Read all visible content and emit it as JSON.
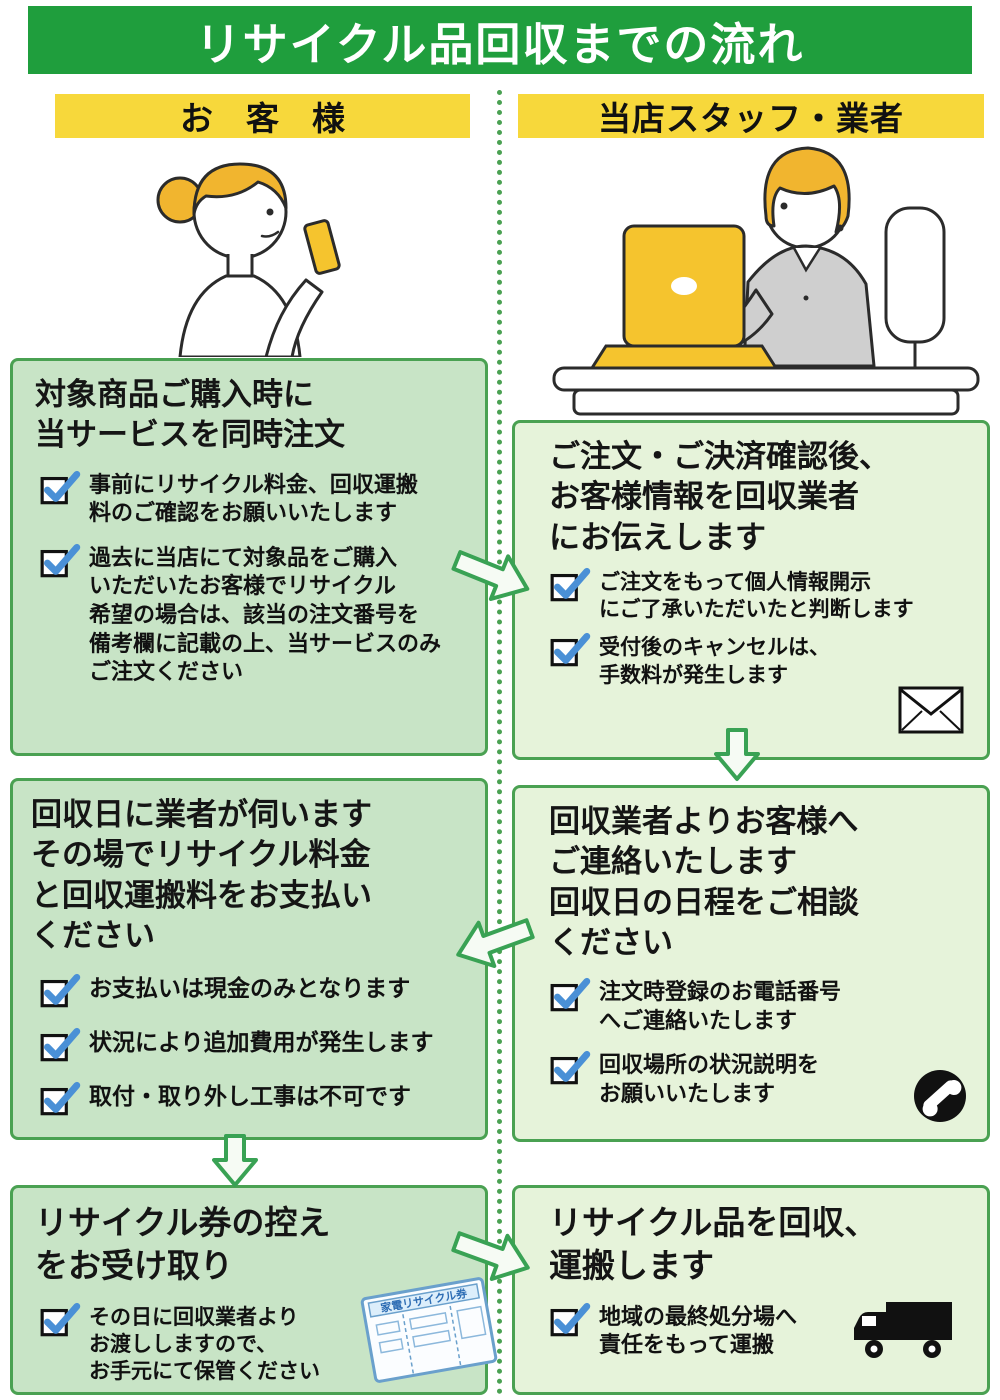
{
  "title": "リサイクル品回収までの流れ",
  "left_column": {
    "header": "お　客　様",
    "steps": [
      {
        "title": "対象商品ご購入時に\n当サービスを同時注文",
        "items": [
          "事前にリサイクル料金、回収運搬\n料のご確認をお願いいたします",
          "過去に当店にて対象品をご購入\nいただいたお客様でリサイクル\n希望の場合は、該当の注文番号を\n備考欄に記載の上、当サービスのみ\nご注文ください"
        ]
      },
      {
        "title": "回収日に業者が伺います\nその場でリサイクル料金\nと回収運搬料をお支払い\nください",
        "items": [
          "お支払いは現金のみとなります",
          "状況により追加費用が発生します",
          "取付・取り外し工事は不可です"
        ]
      },
      {
        "title": "リサイクル券の控え\nをお受け取り",
        "items": [
          "その日に回収業者より\nお渡ししますので、\nお手元にて保管ください"
        ],
        "ticket_label": "家電リサイクル券"
      }
    ]
  },
  "right_column": {
    "header": "当店スタッフ・業者",
    "steps": [
      {
        "title": "ご注文・ご決済確認後、\nお客様情報を回収業者\nにお伝えします",
        "items": [
          "ご注文をもって個人情報開示\nにご了承いただいたと判断します",
          "受付後のキャンセルは、\n手数料が発生します"
        ]
      },
      {
        "title": "回収業者よりお客様へ\nご連絡いたします\n回収日の日程をご相談\nください",
        "items": [
          "注文時登録のお電話番号\nへご連絡いたします",
          "回収場所の状況説明を\nお願いいたします"
        ]
      },
      {
        "title": "リサイクル品を回収、\n運搬します",
        "items": [
          "地域の最終処分場へ\n責任をもって運搬"
        ]
      }
    ]
  },
  "icons": {
    "checkbox": "blue-checkmark-box",
    "envelope": "mail-envelope",
    "phone": "telephone-receiver-in-circle",
    "truck": "delivery-truck-silhouette",
    "flow_arrow": "hollow-green-block-arrow"
  },
  "colors": {
    "header_green": "#1f9e3d",
    "banner_yellow": "#f7d83b",
    "left_box_fill": "#c8e4c6",
    "right_box_fill": "#e6f3da",
    "box_border": "#4aa152",
    "arrow_green": "#39a254",
    "check_blue": "#4a90d6"
  }
}
